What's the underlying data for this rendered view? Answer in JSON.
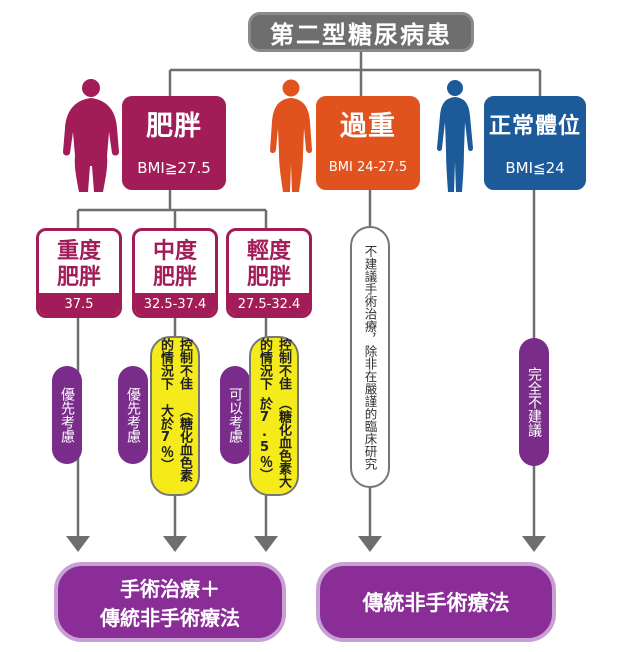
{
  "title": "第二型糖尿病患",
  "categories": {
    "obese": {
      "label": "肥胖",
      "bmi": "BMI≧27.5"
    },
    "overweight": {
      "label": "過重",
      "bmi": "BMI 24-27.5"
    },
    "normal": {
      "label": "正常體位",
      "bmi": "BMI≦24"
    }
  },
  "sub": {
    "heavy": {
      "line1": "重度",
      "line2": "肥胖",
      "range": "37.5"
    },
    "medium": {
      "line1": "中度",
      "line2": "肥胖",
      "range": "32.5-37.4"
    },
    "light": {
      "line1": "輕度",
      "line2": "肥胖",
      "range": "27.5-32.4"
    }
  },
  "notes": {
    "heavy": "優先考慮",
    "medium": "優先考慮",
    "medium_cond_a": "控制不佳的情況下",
    "medium_cond_b": "（糖化血色素大於7％）",
    "light": "可以考慮",
    "light_cond_a": "控制不佳的情況下",
    "light_cond_b": "（糖化血色素大於7.5％）",
    "overweight": "不建議手術治療，除非在嚴謹的臨床研究",
    "normal": "完全不建議"
  },
  "results": {
    "left_line1": "手術治療＋",
    "left_line2": "傳統非手術療法",
    "right": "傳統非手術療法"
  },
  "colors": {
    "obese": "#a21d58",
    "overweight": "#e0531f",
    "normal": "#1c5a9a",
    "gray": "#6e6e6e"
  }
}
